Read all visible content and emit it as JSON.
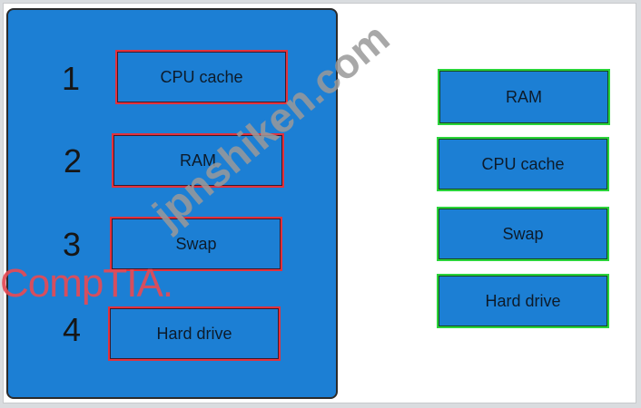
{
  "answer_area": {
    "slots": [
      {
        "number": "1",
        "label": "CPU cache"
      },
      {
        "number": "2",
        "label": "RAM"
      },
      {
        "number": "3",
        "label": "Swap"
      },
      {
        "number": "4",
        "label": "Hard drive"
      }
    ]
  },
  "options": [
    {
      "label": "RAM"
    },
    {
      "label": "CPU cache"
    },
    {
      "label": "Swap"
    },
    {
      "label": "Hard drive"
    }
  ],
  "watermarks": {
    "brand": "CompTIA.",
    "site": "jpnshiken.com"
  },
  "colors": {
    "panel_blue": "#1c7fd4",
    "target_border": "#e2323d",
    "option_border": "#2ad43b",
    "brand_watermark": "#e64a55",
    "site_watermark": "#9a9a9a"
  }
}
